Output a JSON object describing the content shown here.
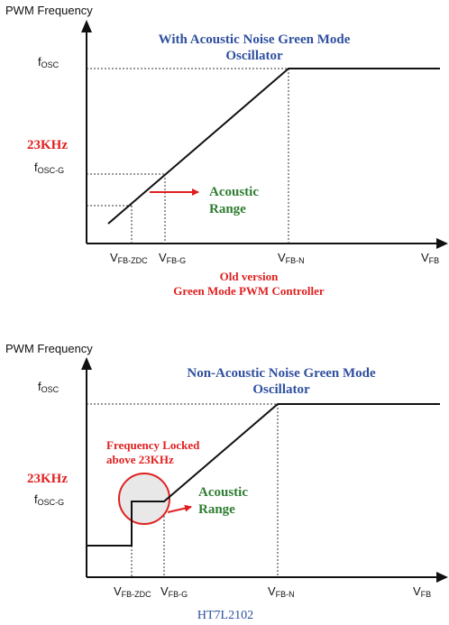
{
  "colors": {
    "title_blue": "#2f4f9f",
    "red": "#e02020",
    "green": "#2e7d32",
    "axis": "#111111",
    "circle_fill": "#e8e8e8"
  },
  "top": {
    "y_axis_label": "PWM Frequency",
    "title_line1": "With Acoustic Noise Green Mode",
    "title_line2": "Oscillator",
    "f_osc": "f",
    "f_osc_sub": "OSC",
    "freq_23k": "23KHz",
    "f_osc_g": "f",
    "f_osc_g_sub": "OSC-G",
    "acoustic_line1": "Acoustic",
    "acoustic_line2": "Range",
    "x_vfb_zdc": "V",
    "x_vfb_zdc_sub": "FB-ZDC",
    "x_vfb_g": "V",
    "x_vfb_g_sub": "FB-G",
    "x_vfb_n": "V",
    "x_vfb_n_sub": "FB-N",
    "x_vfb": "V",
    "x_vfb_sub": "FB",
    "caption_line1": "Old version",
    "caption_line2": "Green Mode PWM Controller"
  },
  "bottom": {
    "y_axis_label": "PWM Frequency",
    "title_line1": "Non-Acoustic Noise Green Mode",
    "title_line2": "Oscillator",
    "f_osc": "f",
    "f_osc_sub": "OSC",
    "locked_line1": "Frequency Locked",
    "locked_line2": "above 23KHz",
    "freq_23k": "23KHz",
    "f_osc_g": "f",
    "f_osc_g_sub": "OSC-G",
    "acoustic_line1": "Acoustic",
    "acoustic_line2": "Range",
    "x_vfb_zdc": "V",
    "x_vfb_zdc_sub": "FB-ZDC",
    "x_vfb_g": "V",
    "x_vfb_g_sub": "FB-G",
    "x_vfb_n": "V",
    "x_vfb_n_sub": "FB-N",
    "x_vfb": "V",
    "x_vfb_sub": "FB",
    "caption": "HT7L2102"
  }
}
